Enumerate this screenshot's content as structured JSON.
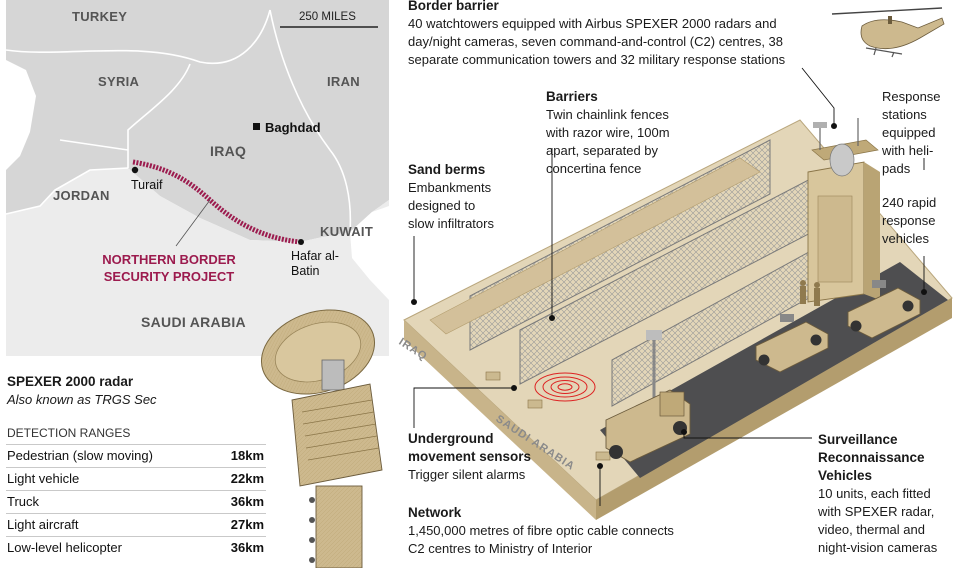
{
  "map": {
    "countries": [
      "TURKEY",
      "SYRIA",
      "IRAN",
      "IRAQ",
      "JORDAN",
      "KUWAIT",
      "SAUDI ARABIA"
    ],
    "cities": [
      "Baghdad",
      "Turaif",
      "Hafar al-Batin"
    ],
    "project_label": "NORTHERN BORDER SECURITY PROJECT",
    "scale_label": "250 MILES",
    "colors": {
      "land": "#dadada",
      "saudi": "#ececec",
      "border_line": "#9c1b4e",
      "sea": "#ffffff"
    }
  },
  "radar": {
    "title": "SPEXER 2000 radar",
    "subtitle": "Also known as TRGS Sec",
    "ranges_heading": "DETECTION RANGES",
    "ranges": [
      {
        "label": "Pedestrian (slow moving)",
        "value": "18km"
      },
      {
        "label": "Light vehicle",
        "value": "22km"
      },
      {
        "label": "Truck",
        "value": "36km"
      },
      {
        "label": "Light aircraft",
        "value": "27km"
      },
      {
        "label": "Low-level helicopter",
        "value": "36km"
      }
    ]
  },
  "callouts": {
    "border_barrier": {
      "title": "Border barrier",
      "lines": [
        "40 watchtowers equipped with Airbus SPEXER 2000 radars and",
        "day/night cameras, seven command-and-control (C2) centres, 38",
        "separate communication towers and 32 military response stations"
      ]
    },
    "barriers": {
      "title": "Barriers",
      "lines": [
        "Twin chainlink fences",
        "with razor wire, 100m",
        "apart, separated by",
        "concertina fence"
      ]
    },
    "sand_berms": {
      "title": "Sand berms",
      "lines": [
        "Embankments",
        "designed to",
        "slow infiltrators"
      ]
    },
    "response_stations": {
      "lines": [
        "Response",
        "stations",
        "equipped",
        "with heli-",
        "pads"
      ]
    },
    "rapid_vehicles": {
      "lines": [
        "240 rapid",
        "response",
        "vehicles"
      ]
    },
    "underground_sensors": {
      "title_lines": [
        "Underground",
        "movement sensors"
      ],
      "lines": [
        "Trigger silent alarms"
      ]
    },
    "surveillance_vehicles": {
      "title_lines": [
        "Surveillance",
        "Reconnaissance",
        "Vehicles"
      ],
      "lines": [
        "10 units, each fitted",
        "with SPEXER radar,",
        "video, thermal and",
        "night-vision cameras"
      ]
    },
    "network": {
      "title": "Network",
      "lines": [
        "1,450,000 metres of fibre optic cable connects",
        "C2 centres to Ministry of Interior"
      ]
    }
  },
  "ground_labels": {
    "iraq": "IRAQ",
    "saudi": "SAUDI ARABIA"
  },
  "icons": [
    "helicopter-icon",
    "watchtower-icon",
    "radar-dish-icon",
    "humvee-icon",
    "surveillance-truck-icon",
    "soldiers-icon",
    "sensor-rings-icon"
  ]
}
